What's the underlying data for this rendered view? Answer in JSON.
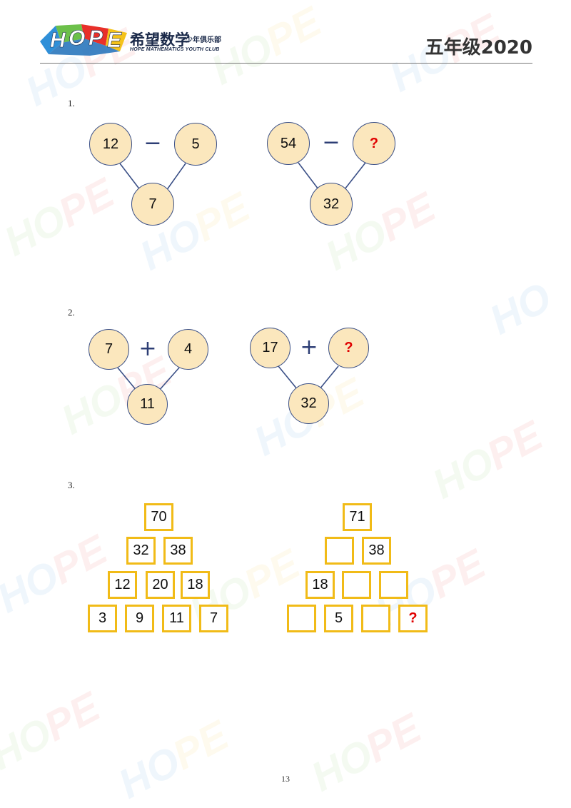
{
  "header": {
    "logo_letters": [
      "H",
      "O",
      "P",
      "E"
    ],
    "brand_cn": "希望数学",
    "brand_sub": "少年俱乐部",
    "brand_en": "HOPE MATHEMATICS YOUTH CLUB",
    "grade": "五年级2020",
    "colors": {
      "rule": "#777777",
      "logo_blue": "#2f8fd8",
      "logo_green": "#6cc04a",
      "logo_red": "#e8302a",
      "logo_yellow": "#f4c21a"
    }
  },
  "problems": [
    {
      "label": "1.",
      "figures": [
        {
          "left": "12",
          "op": "−",
          "right": "5",
          "bottom": "7"
        },
        {
          "left": "54",
          "op": "−",
          "right": "?",
          "bottom": "32"
        }
      ]
    },
    {
      "label": "2.",
      "figures": [
        {
          "left": "7",
          "op": "+",
          "right": "4",
          "bottom": "11"
        },
        {
          "left": "17",
          "op": "+",
          "right": "?",
          "bottom": "32"
        }
      ]
    },
    {
      "label": "3.",
      "pyramids": [
        {
          "rows": [
            [
              "70"
            ],
            [
              "32",
              "38"
            ],
            [
              "12",
              "20",
              "18"
            ],
            [
              "3",
              "9",
              "11",
              "7"
            ]
          ]
        },
        {
          "rows": [
            [
              "71"
            ],
            [
              "",
              "38"
            ],
            [
              "18",
              "",
              ""
            ],
            [
              "",
              "5",
              "",
              "?"
            ]
          ]
        }
      ]
    }
  ],
  "colors": {
    "circle_fill": "#fbe7bd",
    "circle_stroke": "#3a4f86",
    "box_border": "#f1bb17",
    "question": "#e00000"
  },
  "page_number": "13"
}
